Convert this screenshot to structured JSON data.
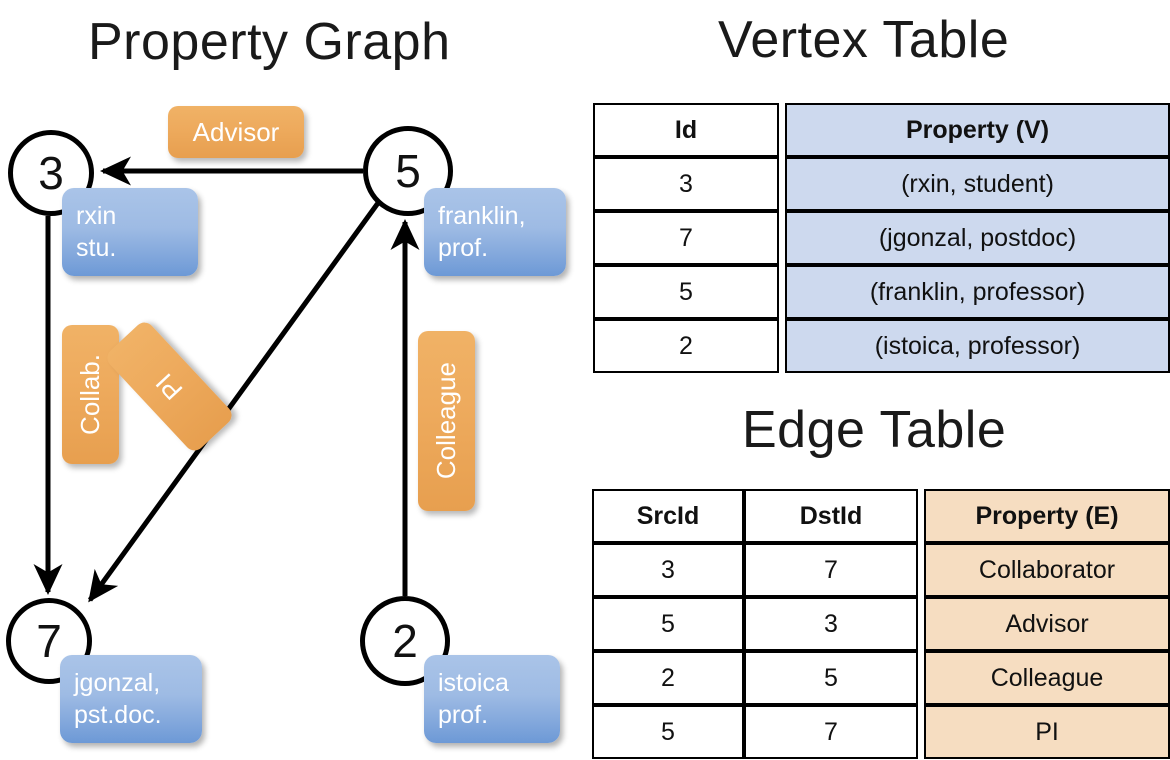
{
  "titles": {
    "property_graph": "Property Graph",
    "vertex_table": "Vertex Table",
    "edge_table": "Edge Table"
  },
  "graph": {
    "nodes": [
      {
        "id": "3",
        "property_label": "rxin\nstu."
      },
      {
        "id": "5",
        "property_label": "franklin,\nprof."
      },
      {
        "id": "7",
        "property_label": "jgonzal,\npst.doc."
      },
      {
        "id": "2",
        "property_label": "istoica\nprof."
      }
    ],
    "node_labels": {
      "n3": "3",
      "n5": "5",
      "n7": "7",
      "n2": "2"
    },
    "property_boxes": {
      "rxin_line1": "rxin",
      "rxin_line2": "stu.",
      "franklin_line1": "franklin,",
      "franklin_line2": "prof.",
      "jgonzal_line1": "jgonzal,",
      "jgonzal_line2": "pst.doc.",
      "istoica_line1": "istoica",
      "istoica_line2": "prof."
    },
    "edge_labels": {
      "advisor": "Advisor",
      "collab": "Collab.",
      "pi": "PI",
      "colleague": "Colleague"
    },
    "edges": [
      {
        "from": "5",
        "to": "3",
        "label": "Advisor"
      },
      {
        "from": "3",
        "to": "7",
        "label": "Collab."
      },
      {
        "from": "5",
        "to": "7",
        "label": "PI"
      },
      {
        "from": "2",
        "to": "5",
        "label": "Colleague"
      }
    ]
  },
  "vertex_table": {
    "headers": [
      "Id",
      "Property (V)"
    ],
    "rows": [
      {
        "id": "3",
        "property": "(rxin, student)"
      },
      {
        "id": "7",
        "property": "(jgonzal, postdoc)"
      },
      {
        "id": "5",
        "property": "(franklin, professor)"
      },
      {
        "id": "2",
        "property": "(istoica, professor)"
      }
    ]
  },
  "edge_table": {
    "headers": [
      "SrcId",
      "DstId",
      "Property (E)"
    ],
    "rows": [
      {
        "src": "3",
        "dst": "7",
        "property": "Collaborator"
      },
      {
        "src": "5",
        "dst": "3",
        "property": "Advisor"
      },
      {
        "src": "2",
        "dst": "5",
        "property": "Colleague"
      },
      {
        "src": "5",
        "dst": "7",
        "property": "PI"
      }
    ]
  },
  "colors": {
    "vertex_property_fill": "#cdd9ee",
    "edge_property_fill": "#f6ddc1",
    "node_box_blue": "#6d99d6",
    "edge_label_orange": "#e79f4f",
    "stroke": "#000000",
    "background": "#ffffff"
  }
}
